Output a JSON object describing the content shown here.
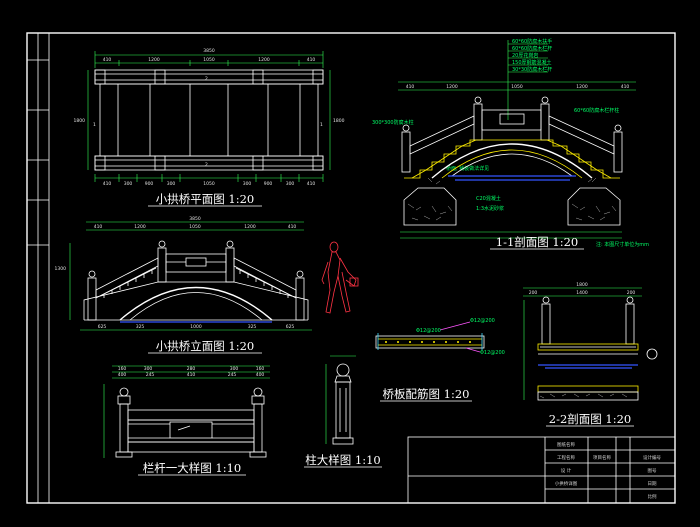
{
  "colors": {
    "background": "#000000",
    "line": "#ffffff",
    "dimension": "#33ff55",
    "rebar": "#ffee00",
    "water": "#3355ff",
    "figure": "#ff3344",
    "stone": "#aaaaaa"
  },
  "titles": {
    "plan": "小拱桥平面图 1:20",
    "elevation": "小拱桥立面图 1:20",
    "section_1_1": "1-1剖面图 1:20",
    "rebar": "桥板配筋图 1:20",
    "section_2_2": "2-2剖面图 1:20",
    "railing": "栏杆一大样图 1:10",
    "column": "柱大样图 1:10"
  },
  "plan": {
    "overall_dim": "3850",
    "top_dims": [
      "410",
      "1200",
      "1050",
      "1200",
      "410"
    ],
    "bottom_dims": [
      "410",
      "300",
      "900",
      "300",
      "1050",
      "300",
      "900",
      "300",
      "410"
    ],
    "side_left": "1800",
    "side_right": "1800",
    "marks": [
      "2",
      "2",
      "1",
      "1"
    ]
  },
  "elevation": {
    "overall_dim": "3850",
    "top_dims": [
      "410",
      "1200",
      "1050",
      "1200",
      "410"
    ],
    "bottom_dims": [
      "625",
      "325",
      "1000",
      "325",
      "625"
    ],
    "height_dim": "1300"
  },
  "section_1_1": {
    "notes": [
      "60*60防腐木扶手",
      "60*60防腐木栏杆",
      "20厚花岗岩",
      "150厚钢筋混凝土",
      "30*30防腐木栏杆",
      "60*60防腐木栏杆柱",
      "300*300防腐木柱",
      "桥面, 铺装做法详见",
      "C20混凝土",
      "1:3水泥砂浆"
    ],
    "dims": [
      "410",
      "1200",
      "1050",
      "1200",
      "410"
    ],
    "side_note": "注: 本图尺寸单位为mm"
  },
  "rebar": {
    "labels": [
      "Φ12@200",
      "Φ12@200",
      "Φ12@200"
    ]
  },
  "section_2_2": {
    "dims": [
      "1800",
      "200",
      "1400",
      "200"
    ]
  },
  "railing": {
    "top_dims": [
      "160",
      "300",
      "280",
      "300",
      "160"
    ],
    "mid_dims": [
      "400",
      "245",
      "410",
      "245",
      "400"
    ]
  },
  "title_block": {
    "row1": [
      "",
      "",
      "",
      "图纸名称",
      "",
      ""
    ],
    "row2": [
      "工程名称",
      "",
      "",
      "项目名称",
      "设计编号",
      ""
    ],
    "row3": [
      "设 计",
      "",
      "",
      "",
      "图号",
      ""
    ],
    "row4": [
      "",
      "",
      "",
      "小拱桥详图",
      "日期",
      ""
    ],
    "row5": [
      "",
      "",
      "",
      "",
      "比例",
      ""
    ]
  },
  "left_strip": [
    "",
    "",
    "",
    "",
    "",
    ""
  ]
}
